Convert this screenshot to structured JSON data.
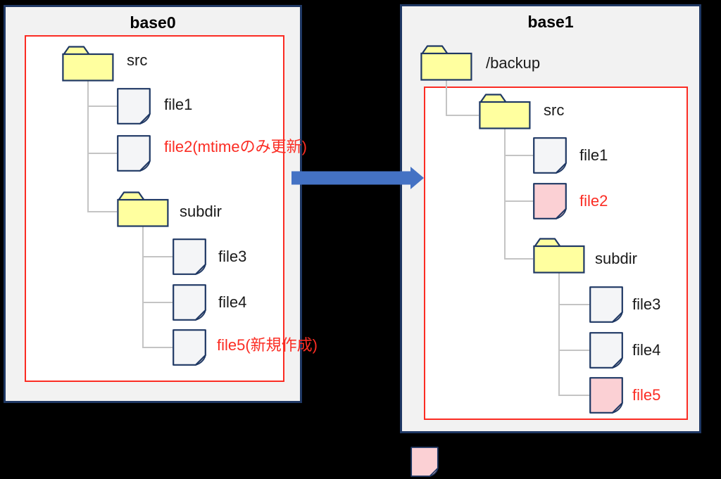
{
  "colors": {
    "bg": "#000000",
    "navy": "#1f3864",
    "panel": "#f2f2f2",
    "paper": "#ffffff",
    "red": "#fb2c23",
    "yellow": "#ffff9f",
    "file": "#f4f5f7",
    "fold": "#a9abb6",
    "pink": "#fbd0d4",
    "pinkfold": "#dcaeb4",
    "blue": "#4472c4",
    "line": "#c4c4c4",
    "ink": "#1a1a1a"
  },
  "panels": [
    {
      "title": "base0",
      "nodes": [
        {
          "label": "src",
          "type": "folder"
        },
        {
          "label": "file1",
          "type": "file"
        },
        {
          "label": "file2(mtimeのみ更新)",
          "type": "file",
          "emphasis": "red"
        },
        {
          "label": "subdir",
          "type": "folder"
        },
        {
          "label": "file3",
          "type": "file"
        },
        {
          "label": "file4",
          "type": "file"
        },
        {
          "label": "file5(新規作成)",
          "type": "file",
          "emphasis": "red"
        }
      ]
    },
    {
      "title": "base1",
      "nodes": [
        {
          "label": "/backup",
          "type": "folder"
        },
        {
          "label": "src",
          "type": "folder"
        },
        {
          "label": "file1",
          "type": "file"
        },
        {
          "label": "file2",
          "type": "file",
          "emphasis": "red",
          "icon_color": "pink"
        },
        {
          "label": "subdir",
          "type": "folder"
        },
        {
          "label": "file3",
          "type": "file"
        },
        {
          "label": "file4",
          "type": "file"
        },
        {
          "label": "file5",
          "type": "file",
          "emphasis": "red",
          "icon_color": "pink"
        }
      ]
    }
  ],
  "arrow": {
    "direction": "right",
    "color": "#4472c4"
  },
  "legend": {
    "modified_file_icon": "pink-file"
  }
}
